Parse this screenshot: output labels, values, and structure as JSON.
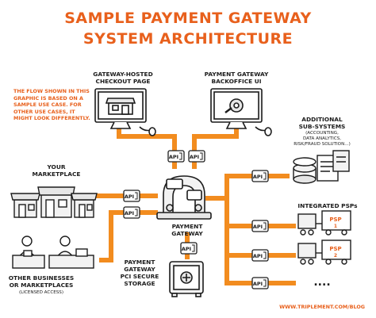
{
  "title": {
    "line1": "SAMPLE PAYMENT GATEWAY",
    "line2": "SYSTEM ARCHITECTURE"
  },
  "note": "THE FLOW SHOWN IN THIS GRAPHIC IS BASED ON A SAMPLE USE CASE. FOR OTHER USE CASES, IT MIGHT LOOK DIFFERENTLY.",
  "nodes": {
    "checkout": {
      "line1": "GATEWAY-HOSTED",
      "line2": "CHECKOUT PAGE"
    },
    "backoffice": {
      "line1": "PAYMENT GATEWAY",
      "line2": "BACKOFFICE UI"
    },
    "marketplace": {
      "line1": "YOUR",
      "line2": "MARKETPLACE"
    },
    "gateway": {
      "line1": "PAYMENT",
      "line2": "GATEWAY"
    },
    "storage": {
      "line1": "PAYMENT",
      "line2": "GATEWAY",
      "line3": "PCI SECURE",
      "line4": "STORAGE"
    },
    "subsystems": {
      "line1": "ADDITIONAL",
      "line2": "SUB-SYSTEMS",
      "detail1": "(ACCOUNTING,",
      "detail2": "DATA ANALYTICS,",
      "detail3": "RISK/FRAUD SOLUTION...)"
    },
    "psps": {
      "label": "INTEGRATED PSPs",
      "psp1": "PSP",
      "psp2": "PSP",
      "n1": "1",
      "n2": "2",
      "more": "...."
    },
    "others": {
      "line1": "OTHER BUSINESSES",
      "line2": "OR MARKETPLACES",
      "detail": "(LICENSED ACCESS)"
    }
  },
  "api_label": "API",
  "footer": "WWW.TRIPLEMENT.COM/BLOG",
  "colors": {
    "accent": "#e8601c",
    "arrow": "#f28c1f",
    "ink": "#1c1c1c",
    "fill": "#f2f2f2"
  }
}
